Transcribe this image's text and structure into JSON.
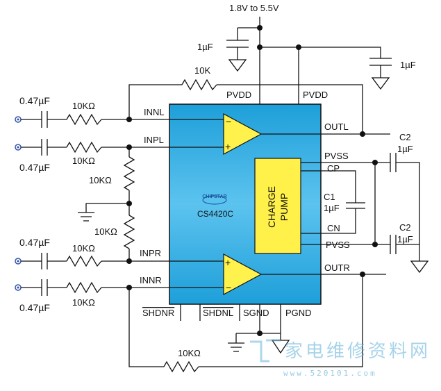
{
  "supply_label": "1.8V to 5.5V",
  "pins": {
    "pvdd_left": "PVDD",
    "pvdd_right": "PVDD",
    "innl": "INNL",
    "inpl": "INPL",
    "inpr": "INPR",
    "innr": "INNR",
    "outl": "OUTL",
    "outr": "OUTR",
    "pvss_top": "PVSS",
    "pvss_bottom": "PVSS",
    "cp": "CP",
    "cn": "CN",
    "shdnr": "SHDNR",
    "shdnl": "SHDNL",
    "sgnd": "SGND",
    "pgnd": "PGND"
  },
  "chip": {
    "logo": "CHIPSTAR",
    "part_number": "CS4420C",
    "charge_pump_line1": "CHARGE",
    "charge_pump_line2": "PUMP",
    "color": "#29a9e1",
    "pump_color": "#fff04a",
    "amp_color": "#fff24d"
  },
  "components": {
    "cap_supply_left": "1µF",
    "cap_supply_right": "1µF",
    "feedback_top": "10K",
    "feedback_bottom": "10KΩ",
    "in_cap_1": "0.47µF",
    "in_cap_2": "0.47µF",
    "in_cap_3": "0.47µF",
    "in_cap_4": "0.47µF",
    "in_res_1": "10KΩ",
    "in_res_2": "10KΩ",
    "in_res_3": "10KΩ",
    "in_res_4": "10KΩ",
    "bias_res_1": "10KΩ",
    "bias_res_2": "10KΩ",
    "c1_name": "C1",
    "c1_value": "1µF",
    "c2_top_name": "C2",
    "c2_top_value": "1µF",
    "c2_bottom_name": "C2",
    "c2_bottom_value": "1µF"
  },
  "watermark": {
    "text": "家电维修资料网",
    "url": "www.520101.com"
  }
}
